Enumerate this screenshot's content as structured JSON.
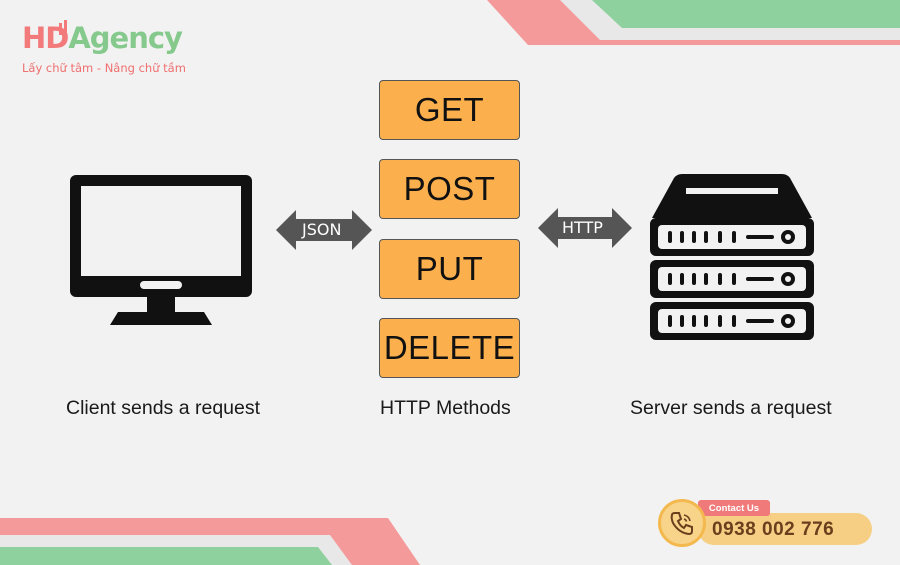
{
  "brand": {
    "name_part1": "HD",
    "name_part2": "Agency",
    "tagline_part1": "Lấy chữ tâm",
    "tagline_sep": " - ",
    "tagline_part2": "Nâng chữ tầm"
  },
  "diagram": {
    "methods": [
      "GET",
      "POST",
      "PUT",
      "DELETE"
    ],
    "left_arrow_label": "JSON",
    "right_arrow_label": "HTTP",
    "captions": {
      "client": "Client sends a request",
      "methods": "HTTP Methods",
      "server": "Server sends a request"
    }
  },
  "contact": {
    "tag": "Contact Us",
    "phone": "0938 002 776"
  },
  "colors": {
    "accent_red": "#f37a7a",
    "accent_green": "#86c98c",
    "method_fill": "#fbb04d",
    "arrow_gray": "#555555"
  },
  "icons": [
    "monitor-icon",
    "server-icon",
    "phone-icon"
  ]
}
